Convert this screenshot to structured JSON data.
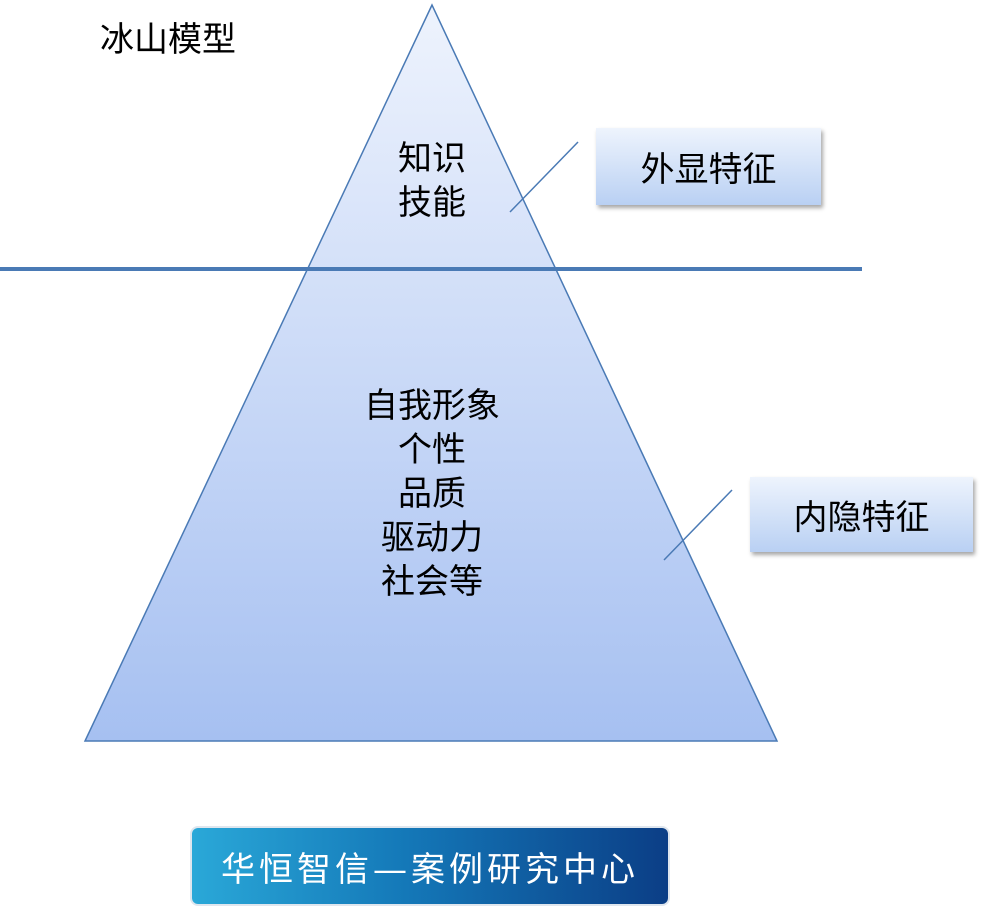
{
  "title": "冰山模型",
  "top_section": [
    "知识",
    "技能"
  ],
  "bottom_section": [
    "自我形象",
    "个性",
    "品质",
    "驱动力",
    "社会等"
  ],
  "labels": {
    "visible": "外显特征",
    "hidden": "内隐特征"
  },
  "banner": "华恒智信—案例研究中心",
  "colors": {
    "line": "#4a7ab5",
    "fill_top": "#e6eefc",
    "fill_bottom": "#a9c3f2"
  }
}
